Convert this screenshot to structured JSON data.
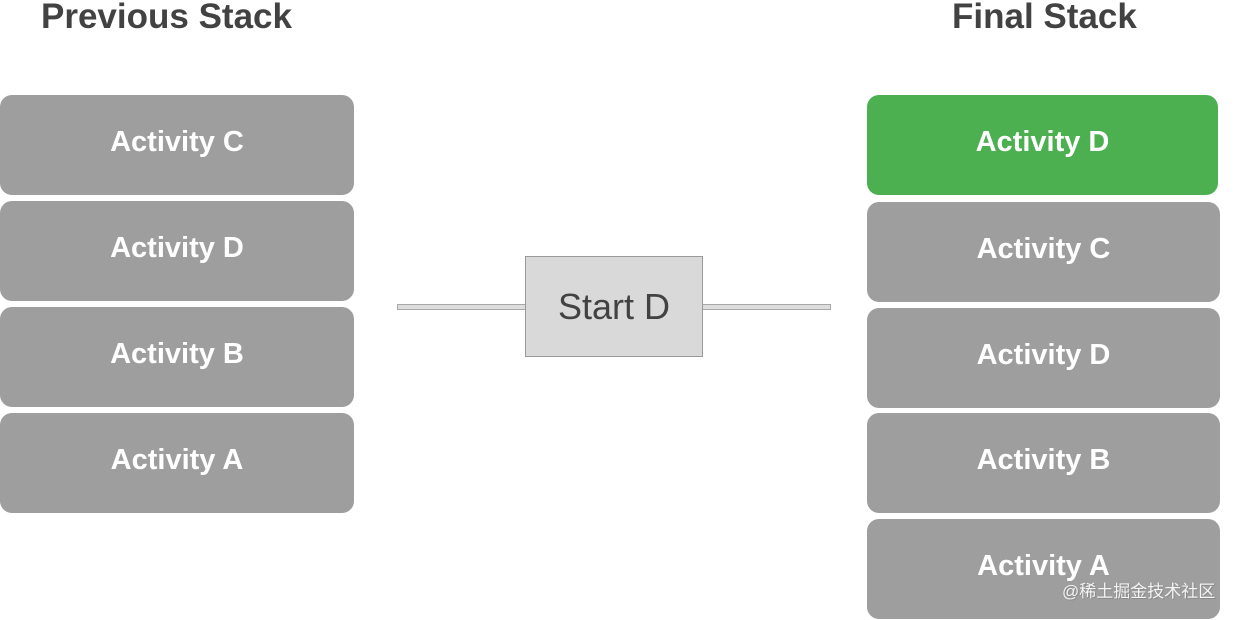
{
  "previous_stack": {
    "title": "Previous Stack",
    "items": [
      {
        "label": "Activity C"
      },
      {
        "label": "Activity D"
      },
      {
        "label": "Activity B"
      },
      {
        "label": "Activity A"
      }
    ]
  },
  "action": {
    "label": "Start D"
  },
  "final_stack": {
    "title": "Final Stack",
    "items": [
      {
        "label": "Activity D",
        "highlighted": true
      },
      {
        "label": "Activity C"
      },
      {
        "label": "Activity D"
      },
      {
        "label": "Activity B"
      },
      {
        "label": "Activity A"
      }
    ]
  },
  "colors": {
    "block": "#9e9e9e",
    "highlight": "#4caf50",
    "title_text": "#424242",
    "action_box": "#d9d9d9"
  },
  "watermark": "@稀土掘金技术社区"
}
